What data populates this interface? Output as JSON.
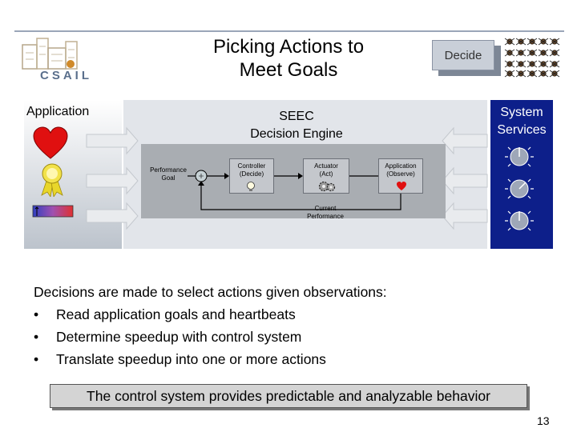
{
  "slide": {
    "title_line1": "Picking Actions to",
    "title_line2": "Meet Goals",
    "page_number": "13"
  },
  "logo": {
    "text": "CSAIL"
  },
  "decide_button": {
    "label": "Decide"
  },
  "panels": {
    "application": "Application",
    "engine_line1": "SEEC",
    "engine_line2": "Decision Engine",
    "system_line1": "System",
    "system_line2": "Services"
  },
  "loop": {
    "goal_line1": "Performance",
    "goal_line2": "Goal",
    "controller_line1": "Controller",
    "controller_line2": "(Decide)",
    "actuator_line1": "Actuator",
    "actuator_line2": "(Act)",
    "application_line1": "Application",
    "application_line2": "(Observe)",
    "feedback_line1": "Current",
    "feedback_line2": "Performance"
  },
  "body": {
    "intro": "Decisions are made to select actions given observations:",
    "bullets": [
      "Read application goals and heartbeats",
      "Determine speedup with control system",
      "Translate speedup into one or more actions"
    ]
  },
  "callout": "The control system provides predictable and analyzable behavior",
  "icons": [
    "heart-icon",
    "ribbon-icon",
    "gauge-icon",
    "lightbulb-icon",
    "gears-icon",
    "dial-icon"
  ],
  "colors": {
    "system_panel": "#0d1f8a",
    "heart": "#e01010",
    "ribbon": "#e8d62a"
  }
}
